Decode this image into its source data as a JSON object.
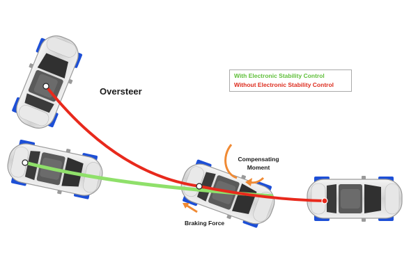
{
  "legend": {
    "with_esc": "With Electronic Stability Control",
    "without_esc": "Without Electronic Stability Control"
  },
  "labels": {
    "oversteer": "Oversteer",
    "moment_line1": "Compensating",
    "moment_line2": "Moment",
    "braking": "Braking Force"
  },
  "colors": {
    "with_esc": "#8fe06a",
    "without_esc": "#e8291c",
    "arrow": "#f08a34",
    "tire": "#1d4fd6",
    "car_body": "#d8d8d8"
  }
}
